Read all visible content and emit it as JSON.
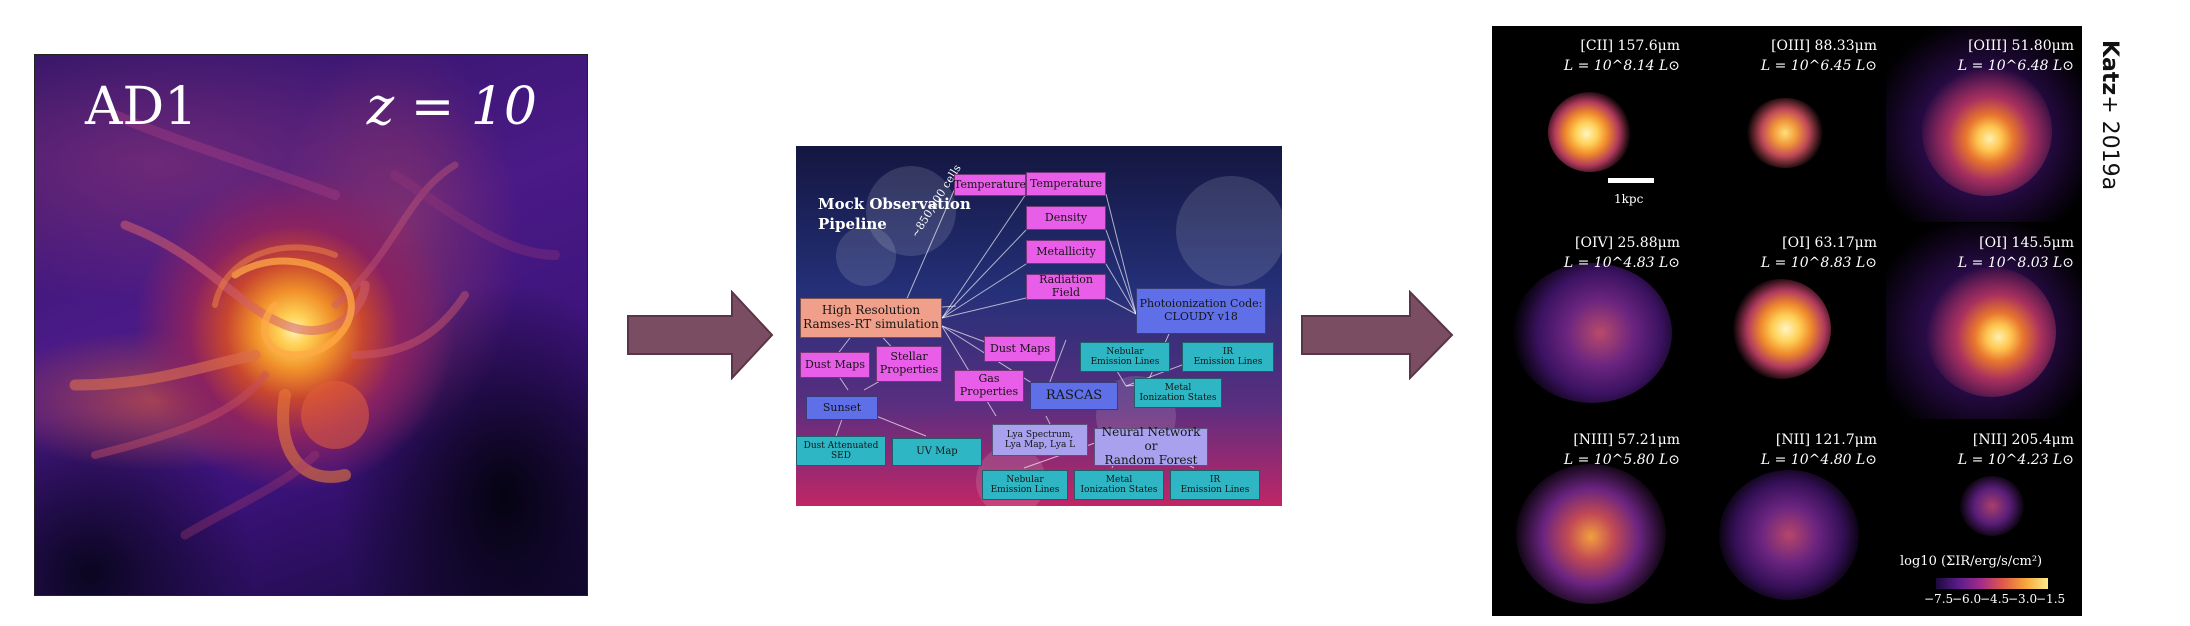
{
  "simulation": {
    "name": "AD1",
    "redshift": "z = 10"
  },
  "pipeline": {
    "title_line1": "Mock Observation",
    "title_line2": "Pipeline",
    "cells_label": "~850,000 cells",
    "nodes": {
      "temperature": "Temperature",
      "density": "Density",
      "metallicity": "Metallicity",
      "radiation_field": "Radiation Field",
      "cloudy_line1": "Photoionization Code:",
      "cloudy_line2": "CLOUDY v18",
      "sim_line1": "High Resolution",
      "sim_line2": "Ramses-RT simulation",
      "dust_maps_left": "Dust Maps",
      "stellar_line1": "Stellar",
      "stellar_line2": "Properties",
      "dust_maps_mid": "Dust Maps",
      "gas_line1": "Gas",
      "gas_line2": "Properties",
      "sunset": "Sunset",
      "rascas": "RASCAS",
      "nebular_top_line1": "Nebular",
      "nebular_top_line2": "Emission Lines",
      "ir_top_line1": "IR",
      "ir_top_line2": "Emission Lines",
      "metal_top_line1": "Metal",
      "metal_top_line2": "Ionization States",
      "dust_sed_line1": "Dust Attenuated",
      "dust_sed_line2": "SED",
      "uv_map": "UV Map",
      "lya_line1": "Lya Spectrum,",
      "lya_line2": "Lya Map, Lya L",
      "nn_line1": "Neural Network or",
      "nn_line2": "Random Forest",
      "nebular_bot_line1": "Nebular",
      "nebular_bot_line2": "Emission Lines",
      "metal_bot_line1": "Metal",
      "metal_bot_line2": "Ionization States",
      "ir_bot_line1": "IR",
      "ir_bot_line2": "Emission Lines"
    }
  },
  "maps": {
    "cells": [
      {
        "line": "[CII] 157.6μm",
        "lum": "L = 10^8.14 L⊙"
      },
      {
        "line": "[OIII] 88.33μm",
        "lum": "L = 10^6.45 L⊙"
      },
      {
        "line": "[OIII] 51.80μm",
        "lum": "L = 10^6.48 L⊙"
      },
      {
        "line": "[OIV] 25.88μm",
        "lum": "L = 10^4.83 L⊙"
      },
      {
        "line": "[OI] 63.17μm",
        "lum": "L = 10^8.83 L⊙"
      },
      {
        "line": "[OI] 145.5μm",
        "lum": "L = 10^8.03 L⊙"
      },
      {
        "line": "[NIII] 57.21μm",
        "lum": "L = 10^5.80 L⊙"
      },
      {
        "line": "[NII] 121.7μm",
        "lum": "L = 10^4.80 L⊙"
      },
      {
        "line": "[NII] 205.4μm",
        "lum": "L = 10^4.23 L⊙"
      }
    ],
    "scalebar_label": "1kpc",
    "colorbar_label": "log10 (ΣIR/erg/s/cm²)",
    "colorbar_ticks": [
      "−7.5",
      "−6.0",
      "−4.5",
      "−3.0",
      "−1.5"
    ]
  },
  "citation": {
    "author": "Katz",
    "rest": "+ 2019a"
  },
  "colors": {
    "arrow": "#7a4d63",
    "arrow_stroke": "#5a3548"
  }
}
